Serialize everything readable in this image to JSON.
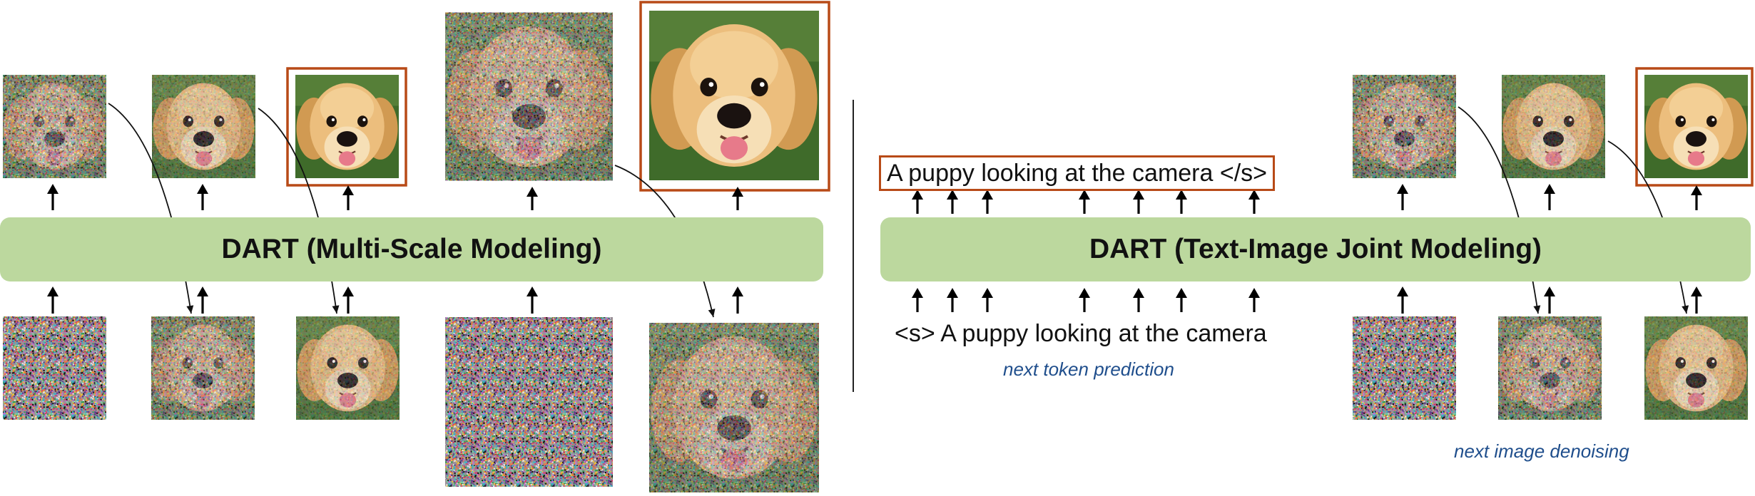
{
  "left_panel": {
    "model_label": "DART (Multi-Scale Modeling)"
  },
  "right_panel": {
    "model_label": "DART (Text-Image Joint Modeling)",
    "output_text": "A puppy looking at the camera </s>",
    "input_text": "<s> A puppy looking at the camera",
    "text_caption": "next token prediction",
    "image_caption": "next image denoising"
  },
  "images": {
    "left_inputs": [
      {
        "content": "pure-noise",
        "noise_level": 1.0
      },
      {
        "content": "puppy",
        "noise_level": 0.85
      },
      {
        "content": "puppy",
        "noise_level": 0.35
      },
      {
        "content": "pure-noise",
        "noise_level": 1.0
      },
      {
        "content": "puppy",
        "noise_level": 0.8
      }
    ],
    "left_outputs": [
      {
        "content": "puppy",
        "noise_level": 0.85,
        "highlighted": false
      },
      {
        "content": "puppy",
        "noise_level": 0.35,
        "highlighted": false
      },
      {
        "content": "puppy",
        "noise_level": 0.0,
        "highlighted": true
      },
      {
        "content": "puppy",
        "noise_level": 0.8,
        "highlighted": false
      },
      {
        "content": "puppy",
        "noise_level": 0.0,
        "highlighted": true
      }
    ],
    "right_inputs": [
      {
        "content": "pure-noise",
        "noise_level": 1.0
      },
      {
        "content": "puppy",
        "noise_level": 0.85
      },
      {
        "content": "puppy",
        "noise_level": 0.35
      }
    ],
    "right_outputs": [
      {
        "content": "puppy",
        "noise_level": 0.85,
        "highlighted": false
      },
      {
        "content": "puppy",
        "noise_level": 0.35,
        "highlighted": false
      },
      {
        "content": "puppy",
        "noise_level": 0.0,
        "highlighted": true
      }
    ]
  },
  "colors": {
    "model_bar": "#bcd89e",
    "highlight_border": "#b84a17",
    "caption": "#1f4e8c",
    "arrow": "#000000"
  },
  "icons": [
    "up-arrow-icon",
    "curved-connector-icon",
    "puppy-image-icon",
    "noise-image-icon"
  ]
}
